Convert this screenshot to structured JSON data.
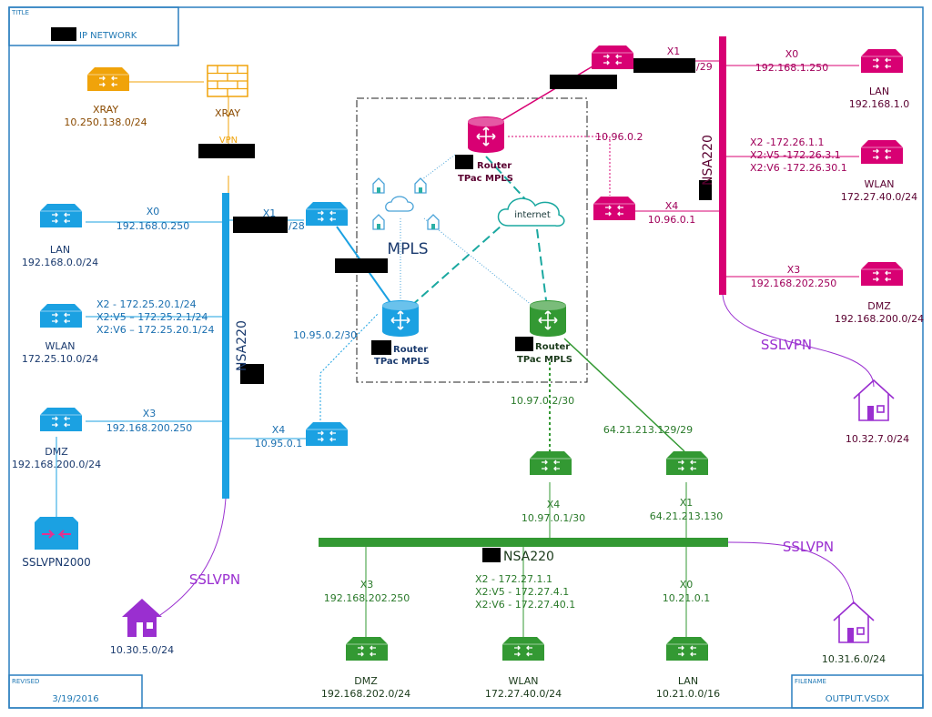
{
  "frame": {
    "title_label": "TITLE",
    "title": "IP NETWORK",
    "revised_label": "REVISED",
    "revised": "3/19/2016",
    "filename_label": "FILENAME",
    "filename": "OUTPUT.VSDX"
  },
  "colors": {
    "blue": "#1ba1e2",
    "pink": "#d80073",
    "green": "#339933",
    "orange": "#f0a30a",
    "purple": "#9a2fd0"
  },
  "xray": {
    "switch_label": "XRAY",
    "switch_subnet": "10.250.138.0/24",
    "firewall_label": "XRAY",
    "vpn": "VPN"
  },
  "blue_site": {
    "nsa": "NSA220",
    "lan": {
      "name": "LAN",
      "subnet": "192.168.0.0/24",
      "port": "X0",
      "ip": "192.168.0.250"
    },
    "wlan": {
      "name": "WLAN",
      "subnet": "172.25.10.0/24",
      "lines": [
        "X2 - 172.25.20.1/24",
        "X2:V5 – 172.25.2.1/24",
        "X2:V6 – 172.25.20.1/24"
      ]
    },
    "dmz": {
      "name": "DMZ",
      "subnet": "192.168.200.0/24",
      "port": "X3",
      "ip": "192.168.200.250"
    },
    "sslvpn_device": "SSLVPN2000",
    "x1": {
      "port": "X1",
      "ip_suffix": "/28"
    },
    "x4": {
      "port": "X4",
      "ip": "10.95.0.1"
    },
    "mpls_link": "10.95.0.2/30",
    "sslvpn": "SSLVPN",
    "remote": "10.30.5.0/24"
  },
  "pink_site": {
    "nsa": "NSA220",
    "lan": {
      "name": "LAN",
      "subnet": "192.168.1.0",
      "port": "X0",
      "ip": "192.168.1.250"
    },
    "wlan": {
      "name": "WLAN",
      "subnet": "172.27.40.0/24",
      "lines": [
        "X2 -172.26.1.1",
        "X2:V5 -172.26.3.1",
        "X2:V6 -172.26.30.1"
      ]
    },
    "dmz": {
      "name": "DMZ",
      "subnet": "192.168.200.0/24",
      "port": "X3",
      "ip": "192.168.202.250"
    },
    "x1": {
      "port": "X1",
      "ip_suffix": "/29"
    },
    "x4": {
      "port": "X4",
      "ip": "10.96.0.1"
    },
    "mpls_link": "10.96.0.2",
    "sslvpn": "SSLVPN",
    "remote": "10.32.7.0/24"
  },
  "green_site": {
    "nsa": "NSA220",
    "x4": {
      "port": "X4",
      "ip": "10.97.0.1/30"
    },
    "x1": {
      "port": "X1",
      "ip": "64.21.213.130"
    },
    "mpls_link": "10.97.0.2/30",
    "wan_link": "64.21.213.129/29",
    "dmz": {
      "name": "DMZ",
      "subnet": "192.168.202.0/24",
      "port": "X3",
      "ip": "192.168.202.250"
    },
    "wlan": {
      "name": "WLAN",
      "subnet": "172.27.40.0/24",
      "lines": [
        "X2 - 172.27.1.1",
        "X2:V5 - 172.27.4.1",
        "X2:V6 - 172.27.40.1"
      ]
    },
    "lan": {
      "name": "LAN",
      "subnet": "10.21.0.0/16",
      "port": "X0",
      "ip": "10.21.0.1"
    },
    "sslvpn": "SSLVPN",
    "remote": "10.31.6.0/24"
  },
  "cloud": {
    "mpls": "MPLS",
    "internet": "internet",
    "router_pink": [
      "Router",
      "TPac MPLS"
    ],
    "router_blue": [
      "Router",
      "TPac MPLS"
    ],
    "router_green": [
      "Router",
      "TPac MPLS"
    ]
  }
}
